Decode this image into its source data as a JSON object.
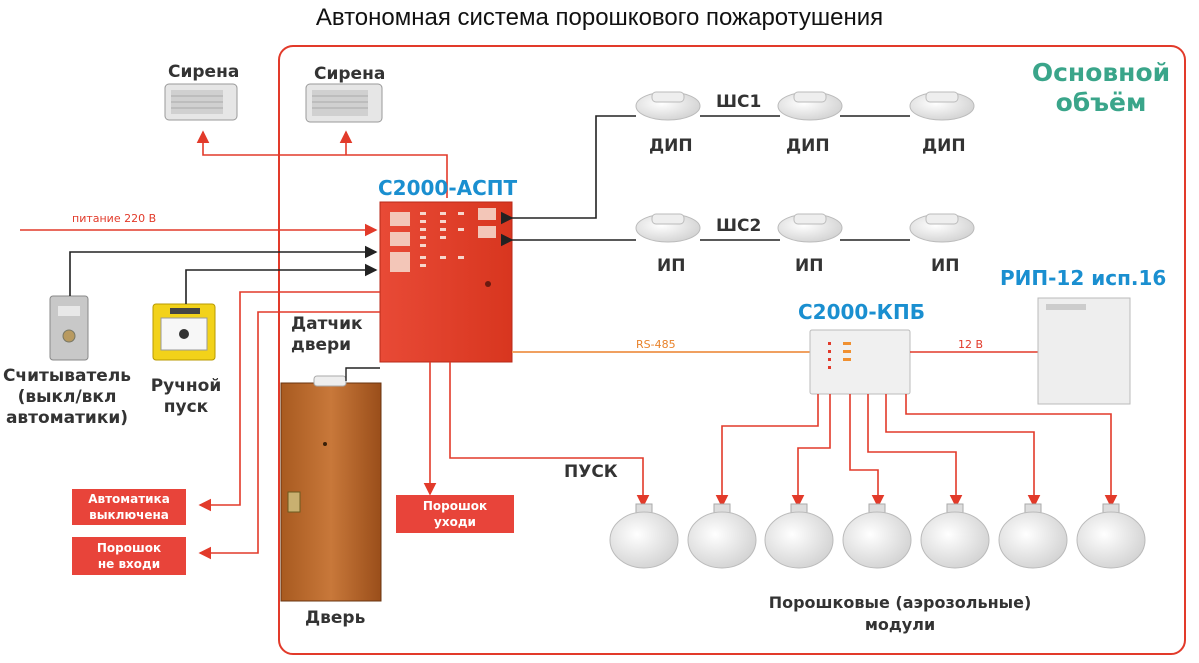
{
  "title": "Автономная система порошкового пожаротушения",
  "zone": {
    "line1": "Основной",
    "line2": "объём"
  },
  "sirens": [
    {
      "label": "Сирена"
    },
    {
      "label": "Сирена"
    }
  ],
  "controller": {
    "label": "С2000-АСПТ"
  },
  "kpb": {
    "label": "С2000-КПБ"
  },
  "rip": {
    "label": "РИП-12 исп.16"
  },
  "loops": {
    "shs1": "ШС1",
    "shs2": "ШС2"
  },
  "detectors_row1": [
    "ДИП",
    "ДИП",
    "ДИП"
  ],
  "detectors_row2": [
    "ИП",
    "ИП",
    "ИП"
  ],
  "lines": {
    "power": "питание 220 В",
    "rs485": "RS-485",
    "v12": "12 В",
    "start": "ПУСК"
  },
  "reader": {
    "l1": "Считыватель",
    "l2": "(выкл/вкл",
    "l3": "автоматики)"
  },
  "manual": {
    "l1": "Ручной",
    "l2": "пуск"
  },
  "door_sensor": {
    "l1": "Датчик",
    "l2": "двери"
  },
  "door": {
    "label": "Дверь"
  },
  "indicators": [
    {
      "l1": "Автоматика",
      "l2": "выключена"
    },
    {
      "l1": "Порошок",
      "l2": "не входи"
    },
    {
      "l1": "Порошок",
      "l2": "уходи"
    }
  ],
  "modules": {
    "l1": "Порошковые (аэрозольные)",
    "l2": "модули"
  },
  "colors": {
    "red": "#e23a2a",
    "orange": "#f0a060",
    "teal": "#3aa58a",
    "blue": "#1a8fd0",
    "panel": "#e8402e"
  }
}
